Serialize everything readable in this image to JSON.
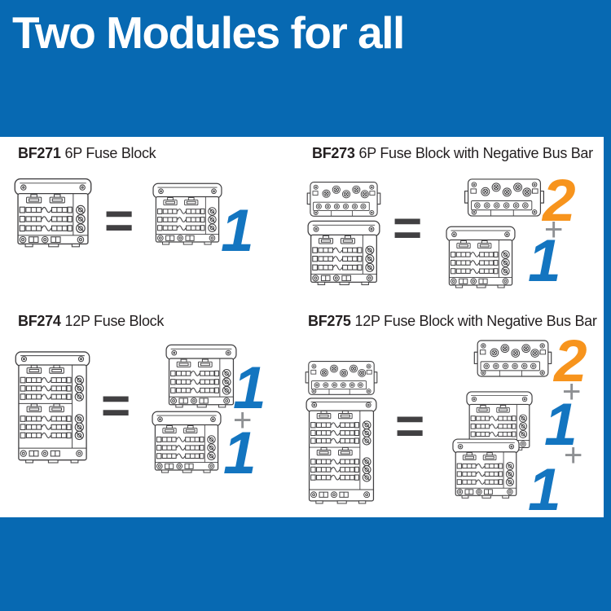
{
  "header": {
    "title": "Two Modules for all"
  },
  "colors": {
    "brand_blue": "#0769b2",
    "count_blue": "#1375c0",
    "count_orange": "#f7941d",
    "plus_gray": "#8e9093",
    "equals_dark": "#414042",
    "label_text": "#231f20",
    "line_art": "#414042"
  },
  "illustrations": {
    "fuse_block_6p": "6-position blade fuse block line drawing",
    "fuse_block_12p": "12-position blade fuse block line drawing",
    "negative_bus_bar": "negative bus bar module line drawing"
  },
  "sections": [
    {
      "model": "BF271",
      "description": "6P Fuse Block",
      "equals": "=",
      "fuse_count": "1"
    },
    {
      "model": "BF273",
      "description": "6P Fuse Block with Negative Bus Bar",
      "equals": "=",
      "busbar_count": "2",
      "plus": "+",
      "fuse_count": "1"
    },
    {
      "model": "BF274",
      "description": "12P Fuse Block",
      "equals": "=",
      "fuse_count_top": "1",
      "plus": "+",
      "fuse_count_bottom": "1"
    },
    {
      "model": "BF275",
      "description": "12P Fuse Block with Negative Bus Bar",
      "equals": "=",
      "busbar_count": "2",
      "plus_1": "+",
      "fuse_count_mid": "1",
      "plus_2": "+",
      "fuse_count_bottom": "1"
    }
  ]
}
